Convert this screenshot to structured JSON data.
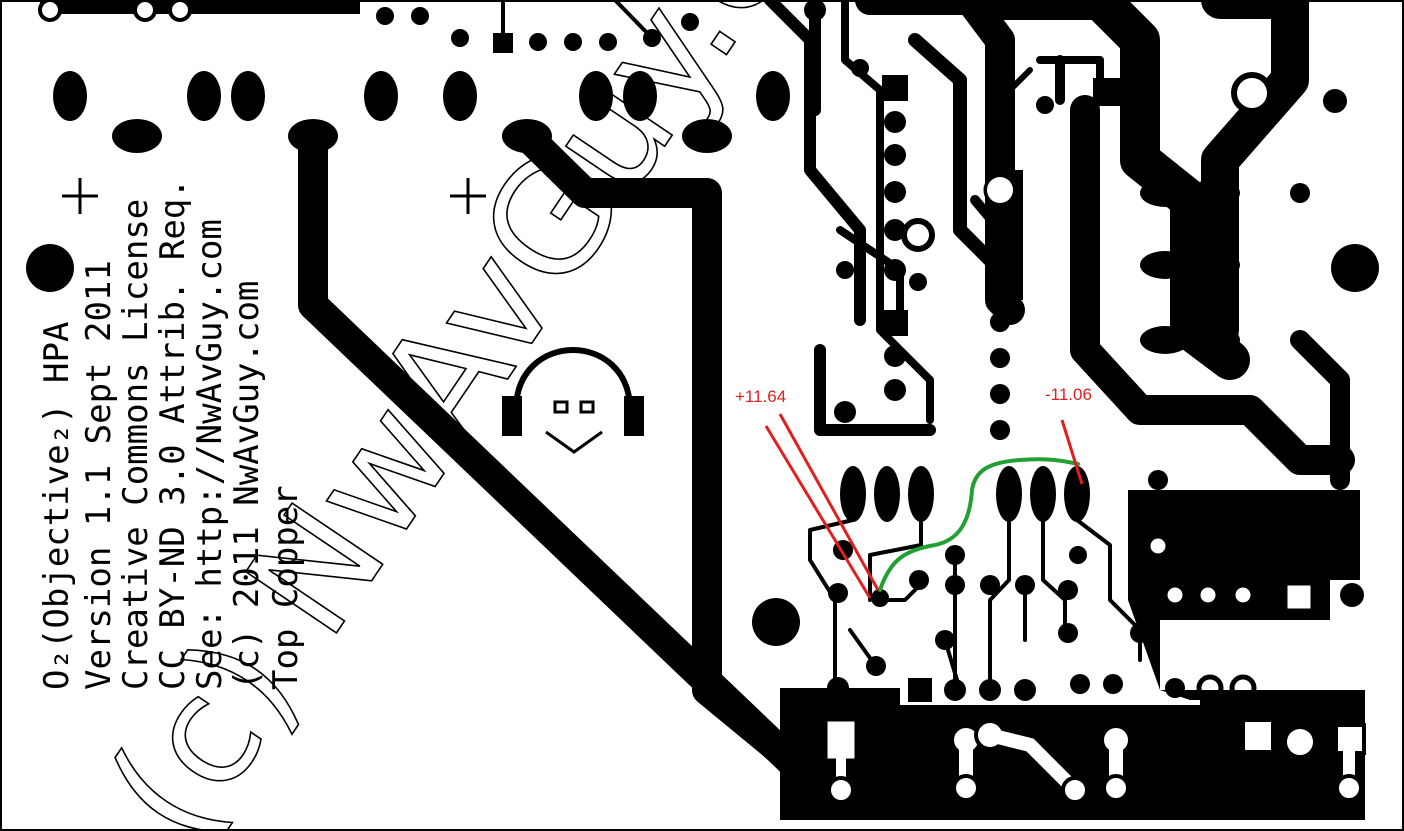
{
  "silkscreen": {
    "line1": "O₂(Objective₂) HPA",
    "line2": "Version 1.1 Sept 2011",
    "line3": "Creative Commons License",
    "line4": "CC BY-ND 3.0 Attrib. Req.",
    "line5": "See: http://NwAvGuy.com",
    "line6": "(c) 2011 NwAvGuy.com",
    "line7": "Top Copper"
  },
  "watermark": "(c) NwAvGuy.com",
  "annotations": {
    "positive": {
      "label": "+11.64",
      "color": "#e02020"
    },
    "negative": {
      "label": "-11.06",
      "color": "#e02020"
    },
    "jumper_color": "#22a033"
  },
  "colors": {
    "copper": "#000000",
    "background": "#ffffff"
  }
}
